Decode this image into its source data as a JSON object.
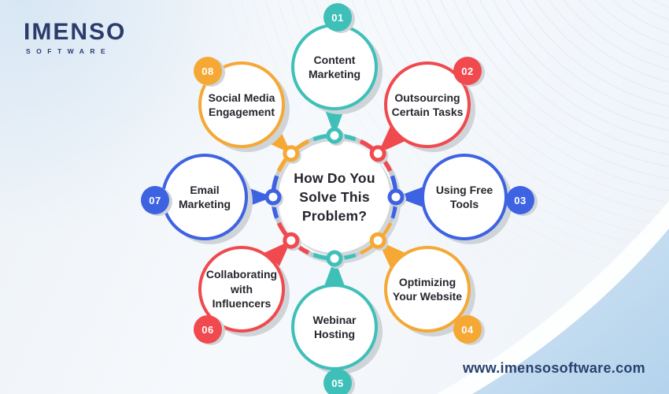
{
  "brand": {
    "logo_text": "IMENSO",
    "logo_subtext": "SOFTWARE"
  },
  "footer": {
    "website": "www.imensosoftware.com"
  },
  "diagram": {
    "center": {
      "title": "How Do You Solve This Problem?"
    },
    "colors": {
      "teal": "#3EC0B8",
      "red": "#F0494E",
      "blue": "#3E63E2",
      "orange": "#F5A833",
      "ring_gray": "#C6CBD0",
      "shadow_gray": "#CFD4D9",
      "text_dark": "#26262E",
      "navy": "#2B3C6B",
      "badge_text": "#FFFFFF"
    },
    "items": [
      {
        "number": "01",
        "label": "Content Marketing",
        "color": "teal",
        "position": "n"
      },
      {
        "number": "02",
        "label": "Outsourcing Certain Tasks",
        "color": "red",
        "position": "ne"
      },
      {
        "number": "03",
        "label": "Using Free Tools",
        "color": "blue",
        "position": "e"
      },
      {
        "number": "04",
        "label": "Optimizing Your Website",
        "color": "orange",
        "position": "se"
      },
      {
        "number": "05",
        "label": "Webinar Hosting",
        "color": "teal",
        "position": "s"
      },
      {
        "number": "06",
        "label": "Collaborating with Influencers",
        "color": "red",
        "position": "sw"
      },
      {
        "number": "07",
        "label": "Email Marketing",
        "color": "blue",
        "position": "w"
      },
      {
        "number": "08",
        "label": "Social Media Engagement",
        "color": "orange",
        "position": "nw"
      }
    ]
  }
}
